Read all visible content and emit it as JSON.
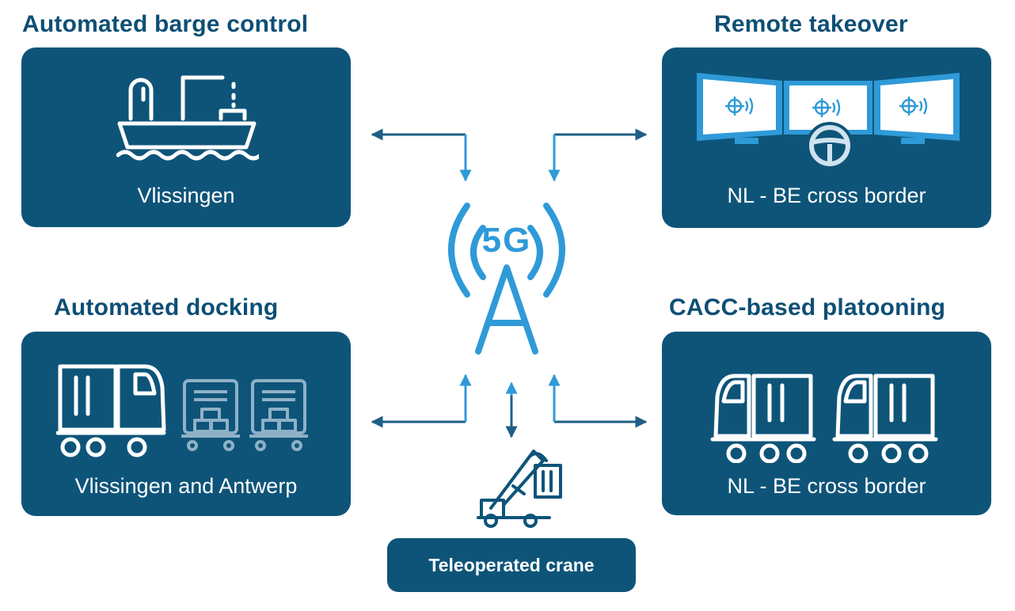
{
  "blocks": {
    "barge": {
      "title": "Automated barge control",
      "subtitle": "Vlissingen",
      "icon": "barge-icon"
    },
    "takeover": {
      "title": "Remote takeover",
      "subtitle": "NL - BE cross border",
      "icon": "remote-cockpit-icon"
    },
    "docking": {
      "title": "Automated docking",
      "subtitle": "Vlissingen and Antwerp",
      "icon": "truck-docking-icon"
    },
    "platooning": {
      "title": "CACC-based platooning",
      "subtitle": "NL - BE cross border",
      "icon": "truck-platoon-icon"
    },
    "crane": {
      "label": "Teleoperated crane",
      "icon": "crane-icon"
    }
  },
  "tower": {
    "label": "5G",
    "icon": "5g-tower-icon"
  },
  "colors": {
    "card": "#0e5479",
    "heading": "#0e4f75",
    "accent": "#2f9ad8",
    "arrow": "#1f5f86",
    "muted": "#8fb1c7"
  }
}
